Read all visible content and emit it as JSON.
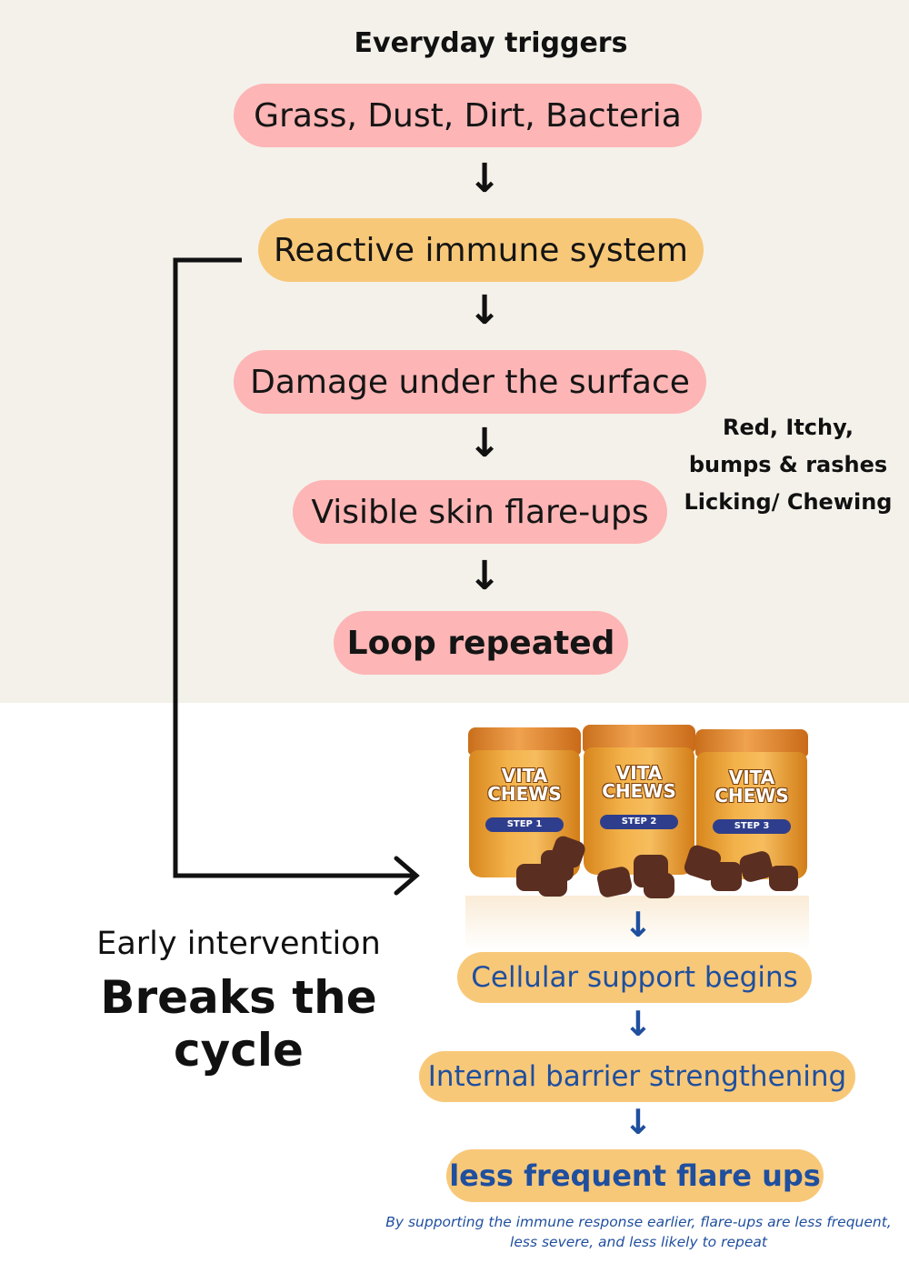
{
  "top_section": {
    "heading": "Everyday triggers",
    "steps": [
      "Grass, Dust, Dirt, Bacteria",
      "Reactive immune system",
      "Damage under the surface",
      "Visible skin flare-ups",
      "Loop repeated"
    ],
    "side_notes": [
      "Red, Itchy,",
      "bumps & rashes",
      "Licking/ Chewing"
    ],
    "arrow_glyph": "↓"
  },
  "product": {
    "brand": "VITA CHEWS",
    "jars": [
      "STEP 1",
      "STEP 2",
      "STEP 3"
    ]
  },
  "bottom_section": {
    "early": "Early intervention",
    "breaks": "Breaks the cycle",
    "steps": [
      "Cellular support begins",
      "Internal barrier strengthening",
      "less frequent flare ups"
    ],
    "footnote": "By supporting the immune response earlier, flare-ups are less frequent, less severe, and less likely to repeat"
  },
  "colors": {
    "top_background": "#f4f1ea",
    "pink_pill": "#fdb5b5",
    "gold_pill": "#f8c879",
    "blue_text": "#1f4f9e"
  }
}
